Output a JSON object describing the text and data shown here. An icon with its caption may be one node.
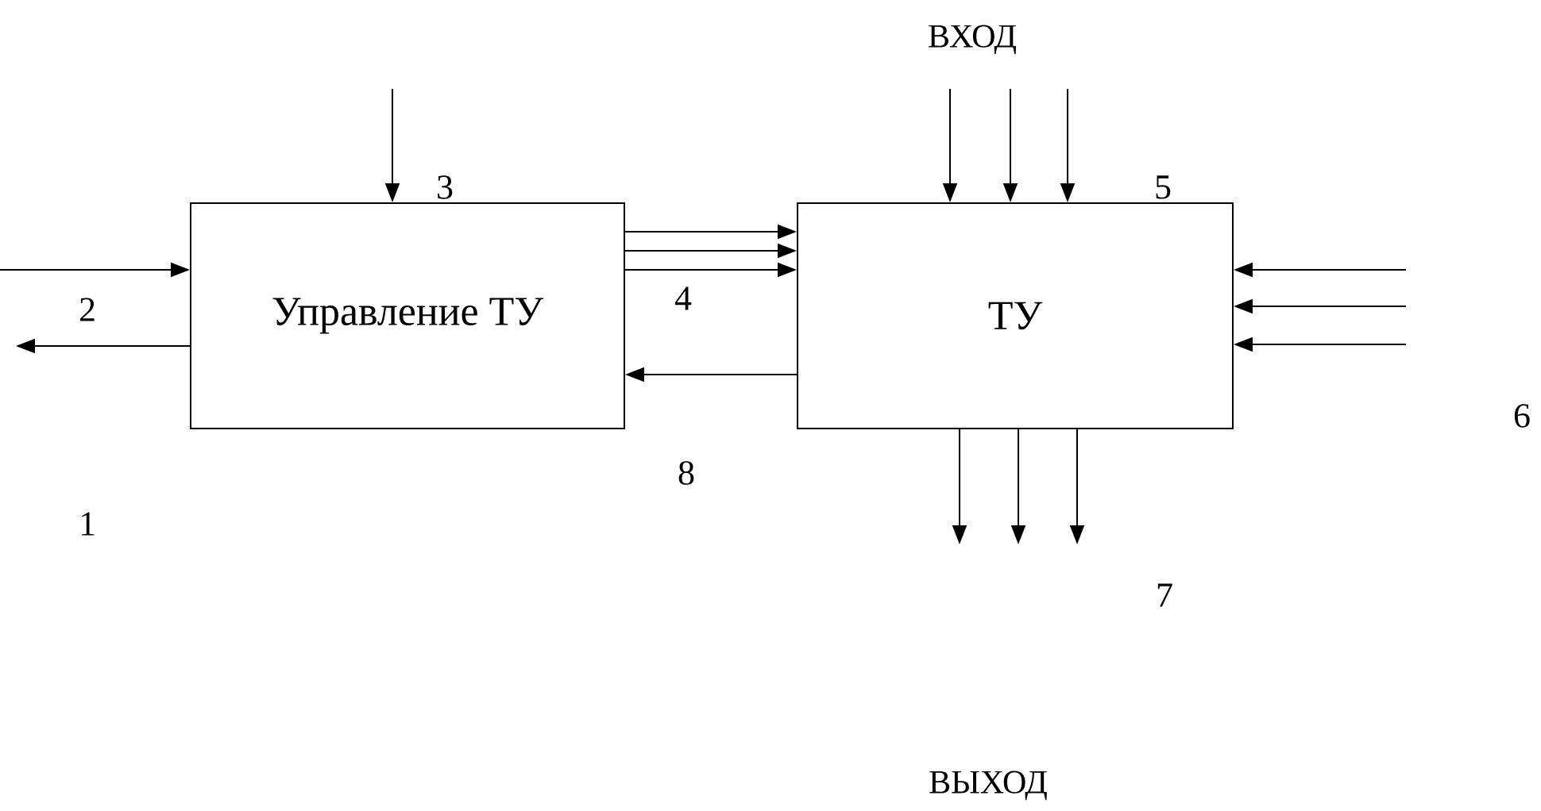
{
  "diagram": {
    "nodes": [
      {
        "text": [
          "Управление ТУ"
        ]
      },
      {
        "text": [
          "ТУ"
        ]
      }
    ],
    "edges": [
      {
        "from": null,
        "to": 0,
        "arrow": "to"
      },
      {
        "from": 0,
        "to": null,
        "arrow": "to"
      },
      {
        "from": null,
        "to": 0,
        "arrow": "to"
      },
      {
        "from": 0,
        "to": 1,
        "arrow": "to"
      },
      {
        "from": 0,
        "to": 1,
        "arrow": "to"
      },
      {
        "from": 0,
        "to": 1,
        "arrow": "to"
      },
      {
        "from": 1,
        "to": 0,
        "arrow": "to"
      },
      {
        "from": null,
        "to": 1,
        "arrow": "to"
      },
      {
        "from": null,
        "to": 1,
        "arrow": "to"
      },
      {
        "from": null,
        "to": 1,
        "arrow": "to"
      },
      {
        "from": null,
        "to": 1,
        "arrow": "to"
      },
      {
        "from": null,
        "to": 1,
        "arrow": "to"
      },
      {
        "from": null,
        "to": 1,
        "arrow": "to"
      },
      {
        "from": 1,
        "to": null,
        "arrow": "to"
      },
      {
        "from": 1,
        "to": null,
        "arrow": "to"
      },
      {
        "from": 1,
        "to": null,
        "arrow": "to"
      }
    ],
    "labels": [
      "ВХОД",
      "3",
      "5",
      "4",
      "2",
      "6",
      "8",
      "1",
      "7",
      "ВЫХОД"
    ]
  }
}
